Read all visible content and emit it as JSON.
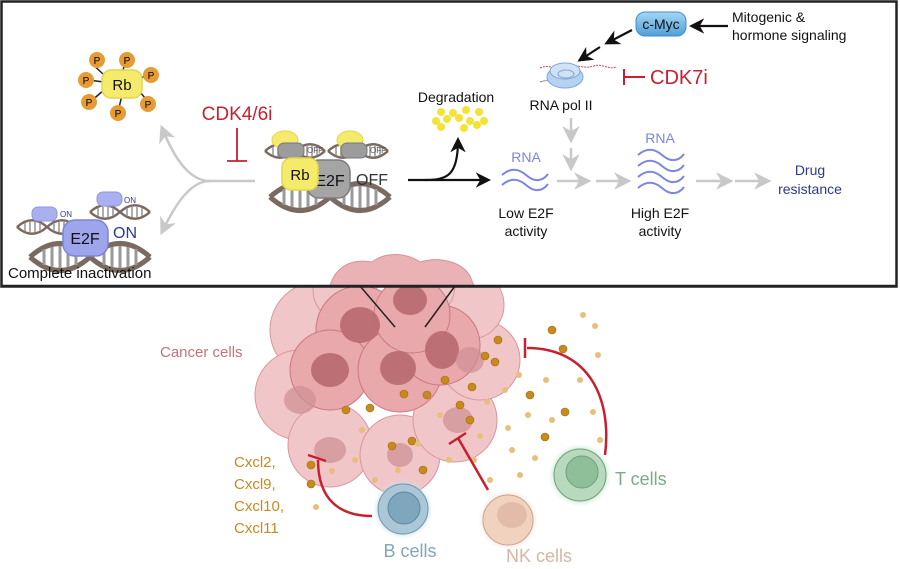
{
  "colors": {
    "inhibitor_red": "#c8202e",
    "rna_blue": "#7b86e0",
    "drug_resistance_blue": "#2b3990",
    "e2f_on_blue": "#8f96e6",
    "gray_arrow": "#c8c8c8",
    "rb_yellow": "#f4ea6b",
    "phospho_orange": "#e79b34",
    "degradation_yellow": "#f2e434",
    "cmyc_blue": "#6fb6e6",
    "dna_brown": "#7a6a60",
    "cancer_pink": "#e8a6aa",
    "cancer_nucleus": "#b86b70",
    "chemokine_gold": "#c98a1c",
    "b_cell": "#7ea6bd",
    "nk_cell": "#e6bfa7",
    "t_cell": "#8fbf98"
  },
  "top_panel": {
    "rb_phospho": {
      "label": "Rb",
      "phospho_label": "P",
      "phospho_count": 7
    },
    "cdk46i": {
      "label": "CDK4/6i"
    },
    "complex_off": {
      "rb_label": "Rb",
      "e2f_label": "E2F",
      "state_large": "OFF",
      "state_small_1": "OFF",
      "state_small_2": "OFF"
    },
    "complex_on": {
      "e2f_label": "E2F",
      "state_large": "ON",
      "state_small_1": "ON",
      "state_small_2": "ON",
      "caption": "Complete inactivation"
    },
    "degradation": {
      "label": "Degradation"
    },
    "low_e2f": {
      "rna_label": "RNA",
      "caption_line1": "Low E2F",
      "caption_line2": "activity"
    },
    "high_e2f": {
      "rna_label": "RNA",
      "caption_line1": "High E2F",
      "caption_line2": "activity"
    },
    "cmyc": {
      "label": "c-Myc"
    },
    "signaling": {
      "line1": "Mitogenic &",
      "line2": "hormone signaling"
    },
    "rna_pol": {
      "label": "RNA pol II"
    },
    "cdk7i": {
      "label": "CDK7i"
    },
    "drug_resistance": {
      "line1": "Drug",
      "line2": "resistance"
    }
  },
  "bottom_panel": {
    "cancer_cells": {
      "label": "Cancer cells"
    },
    "chemokines": {
      "lines": [
        "Cxcl2,",
        "Cxcl9,",
        "Cxcl10,",
        "Cxcl11"
      ]
    },
    "b_cells": {
      "label": "B cells"
    },
    "nk_cells": {
      "label": "NK cells"
    },
    "t_cells": {
      "label": "T cells"
    }
  }
}
